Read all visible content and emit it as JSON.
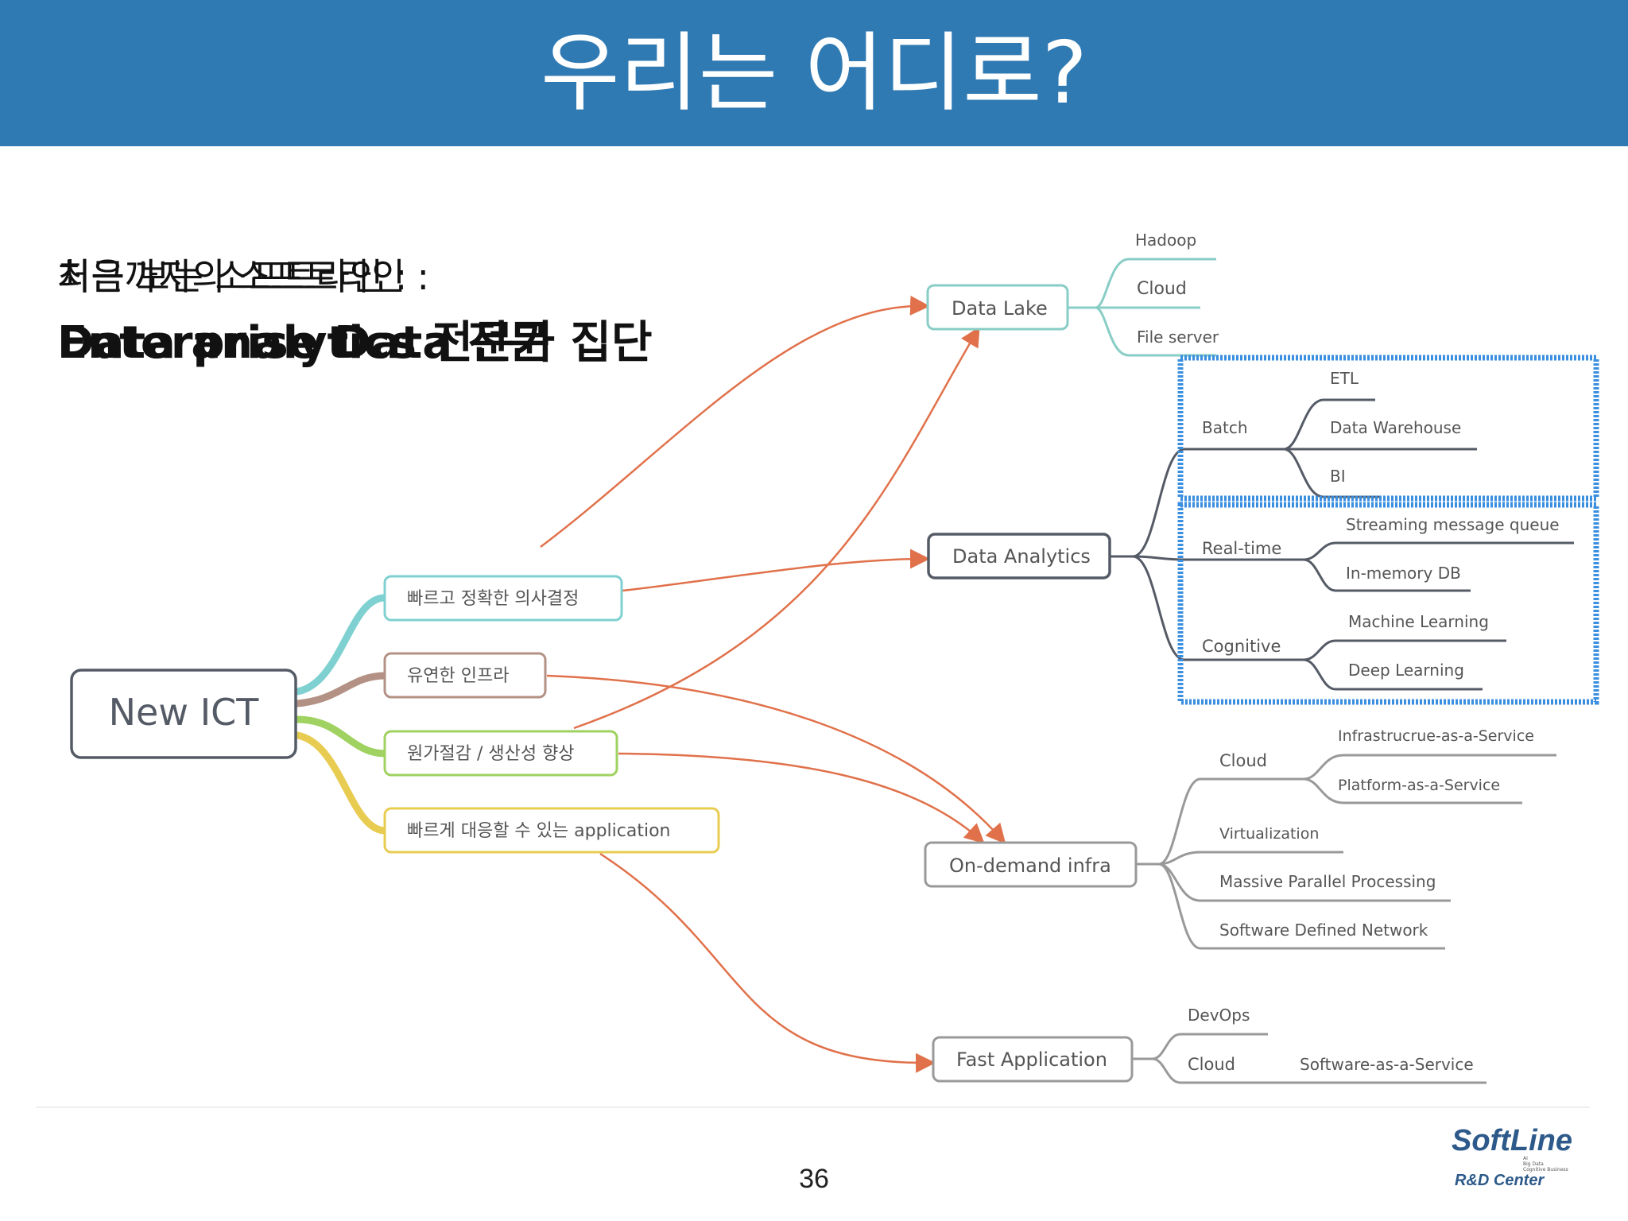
{
  "title": "우리는 어디로?",
  "overlay_text": {
    "line1_a": "처음 보는 소프트라인 :",
    "line1_b": "최근까지의 소프트라인 :",
    "line2_a": "Data analytics 전문가 집단",
    "line2_b": "Enterprise Data 전문"
  },
  "root": {
    "label": "New ICT"
  },
  "drivers": [
    {
      "label": "빠르고 정확한 의사결정",
      "color": "#7fd0d0"
    },
    {
      "label": "유연한 인프라",
      "color": "#b39184"
    },
    {
      "label": "원가절감 / 생산성 향상",
      "color": "#9fd260"
    },
    {
      "label": "빠르게 대응할 수 있는 application",
      "color": "#e8cc52"
    }
  ],
  "targets": {
    "data_lake": {
      "label": "Data Lake",
      "color": "#88cdc6",
      "children": [
        "Hadoop",
        "Cloud",
        "File server"
      ]
    },
    "data_analytics": {
      "label": "Data Analytics",
      "color": "#555b66",
      "groups": [
        {
          "label": "Batch",
          "children": [
            "ETL",
            "Data Warehouse",
            "BI"
          ]
        },
        {
          "label": "Real-time",
          "children": [
            "Streaming message queue",
            "In-memory DB"
          ]
        },
        {
          "label": "Cognitive",
          "children": [
            "Machine Learning",
            "Deep Learning"
          ]
        }
      ]
    },
    "on_demand_infra": {
      "label": "On-demand infra",
      "color": "#999999",
      "cloud": {
        "label": "Cloud",
        "children": [
          "Infrastrucrue-as-a-Service",
          "Platform-as-a-Service"
        ]
      },
      "children": [
        "Virtualization",
        "Massive Parallel Processing",
        "Software Defined Network"
      ]
    },
    "fast_application": {
      "label": "Fast Application",
      "color": "#999999",
      "children": [
        "DevOps",
        "Cloud"
      ],
      "cloud_child": "Software-as-a-Service"
    }
  },
  "colors": {
    "header": "#2f7ab3",
    "arrow": "#e0714a",
    "highlight_box": "#3b8fe0"
  },
  "page_number": "36",
  "logo": {
    "text": "SoftLine",
    "sub": "R&D Center",
    "tagline": [
      "AI",
      "Big Data",
      "Cognitive Business"
    ]
  }
}
